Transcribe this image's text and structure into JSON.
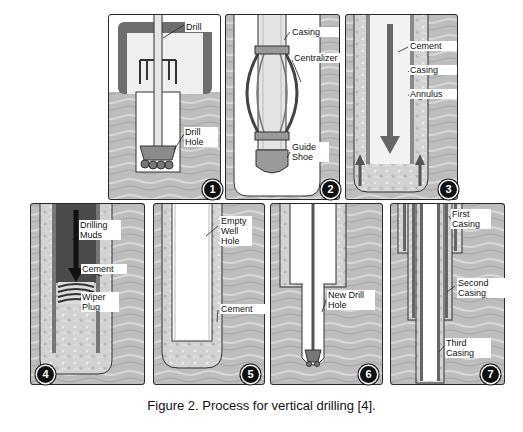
{
  "diagram": {
    "caption": "Figure 2. Process for vertical drilling [4].",
    "nodes": [
      {
        "text": [
          "Drill",
          "Drill Hole"
        ]
      },
      {
        "text": [
          "1"
        ],
        "in": 0
      },
      {
        "text": [
          "Casing",
          "Centralizer",
          "Guide Shoe"
        ]
      },
      {
        "text": [
          "2"
        ],
        "in": 2
      },
      {
        "text": [
          "Cement",
          "Casing",
          "Annulus"
        ]
      },
      {
        "text": [
          "3"
        ],
        "in": 4
      },
      {
        "text": [
          "Drilling Muds",
          "Cement",
          "Wiper Plug"
        ]
      },
      {
        "text": [
          "4"
        ],
        "in": 6
      },
      {
        "text": [
          "Empty Well Hole",
          "Cement"
        ]
      },
      {
        "text": [
          "5"
        ],
        "in": 8
      },
      {
        "text": [
          "New Drill Hole"
        ]
      },
      {
        "text": [
          "6"
        ],
        "in": 10
      },
      {
        "text": [
          "First Casing",
          "Second Casing",
          "Third Casing"
        ]
      },
      {
        "text": [
          "7"
        ],
        "in": 12
      }
    ]
  }
}
